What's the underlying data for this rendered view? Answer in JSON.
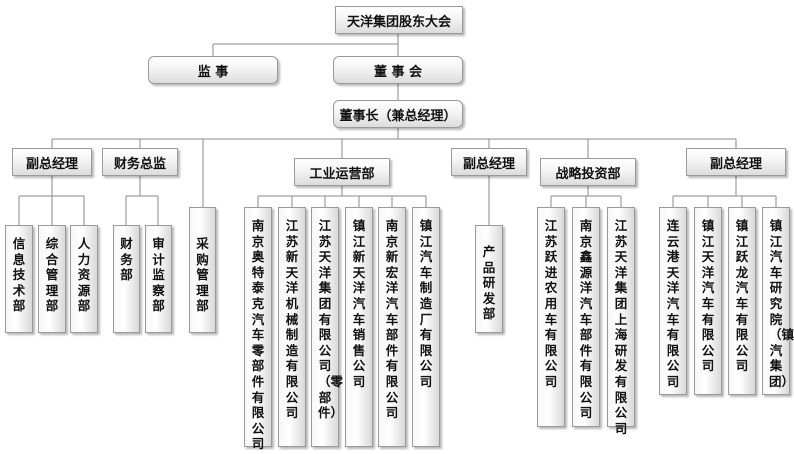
{
  "root": "天洋集团股东大会",
  "supervision": "监 事",
  "board": "董 事 会",
  "chairman": "董事长（兼总经理）",
  "departments": [
    {
      "title": "副总经理",
      "units": [
        "信息技术部",
        "综合管理部",
        "人力资源部"
      ]
    },
    {
      "title": "财务总监",
      "units": [
        "财务部",
        "审计监察部"
      ]
    },
    {
      "title": "",
      "units": [
        "采购管理部"
      ]
    },
    {
      "title": "工业运营部",
      "units": [
        "南京奥特泰克汽车零部件有限公司",
        "江苏新天洋机械制造有限公司",
        "江苏天洋集团有限公司（零部件）",
        "镇江新天洋汽车销售公司",
        "南京新宏洋汽车部件有限公司",
        "镇江汽车制造厂有限公司"
      ]
    },
    {
      "title": "副总经理",
      "units": [
        "产品研发部"
      ]
    },
    {
      "title": "战略投资部",
      "units": [
        "江苏跃进农用车有限公司",
        "南京鑫源洋汽车部件有限公司",
        "江苏天洋集团上海研发有限公司"
      ]
    },
    {
      "title": "副总经理",
      "units": [
        "连云港天洋汽车有限公司",
        "镇江天洋汽车有限公司",
        "镇江跃龙汽车有限公司",
        "镇江汽车研究院（镇汽集团）"
      ]
    }
  ]
}
